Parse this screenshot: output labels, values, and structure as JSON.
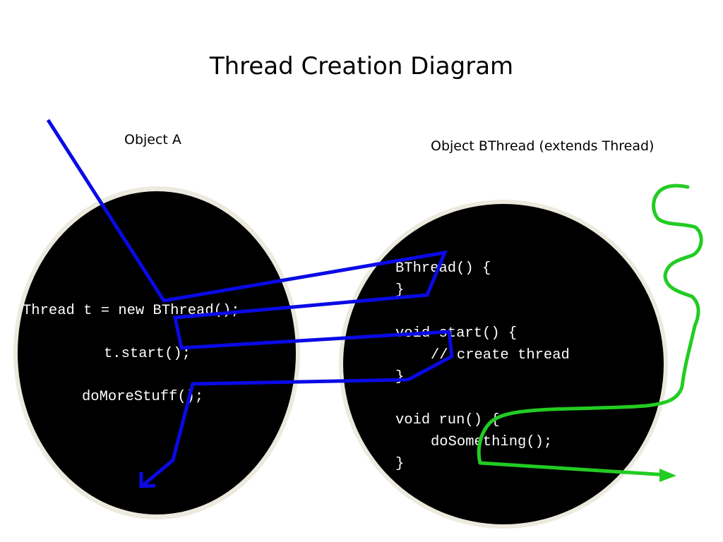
{
  "title": "Thread Creation Diagram",
  "object_a": {
    "label": "Object A",
    "code_lines": [
      "Thread t = new BThread();",
      "t.start();",
      "doMoreStuff();"
    ]
  },
  "object_b": {
    "label": "Object BThread (extends Thread)",
    "code_lines": [
      "BThread() {",
      "}",
      "void start() {",
      "// create thread",
      "}",
      "void run() {",
      "doSomething();",
      "}"
    ]
  },
  "colors": {
    "oval_fill": "#000000",
    "oval_rim": "#ece9de",
    "main_thread_path": "#0a0ae6",
    "new_thread_path": "#22cc22"
  }
}
